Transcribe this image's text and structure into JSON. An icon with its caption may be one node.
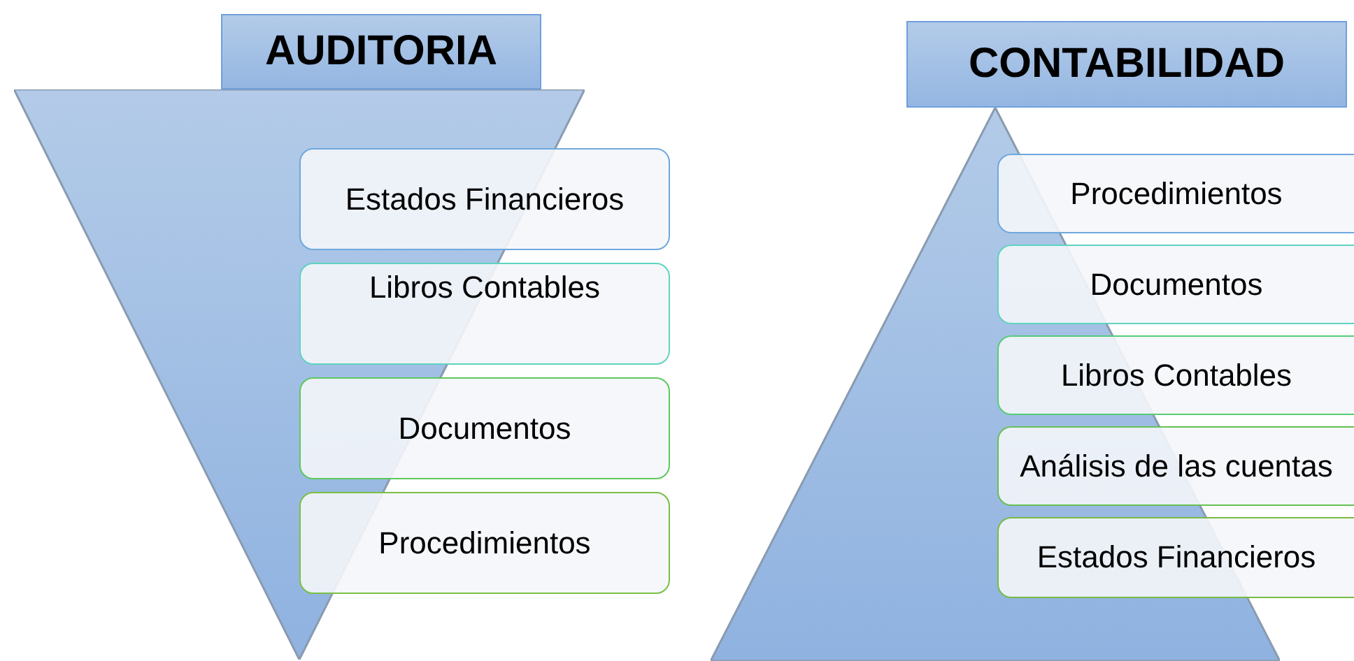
{
  "diagram": {
    "nodes": [
      {
        "text": [
          "AUDITORIA"
        ]
      },
      {
        "text": [],
        "shape": "triangle"
      },
      {
        "text": [
          "Estados Financieros"
        ]
      },
      {
        "text": [
          "Libros Contables"
        ]
      },
      {
        "text": [
          "Documentos"
        ]
      },
      {
        "text": [
          "Procedimientos"
        ]
      },
      {
        "text": [
          "CONTABILIDAD"
        ]
      },
      {
        "text": [],
        "shape": "triangle"
      },
      {
        "text": [
          "Procedimientos"
        ]
      },
      {
        "text": [
          "Documentos"
        ]
      },
      {
        "text": [
          "Libros Contables"
        ]
      },
      {
        "text": [
          "Análisis de las cuentas"
        ]
      },
      {
        "text": [
          "Estados Financieros"
        ]
      }
    ],
    "edges": []
  }
}
